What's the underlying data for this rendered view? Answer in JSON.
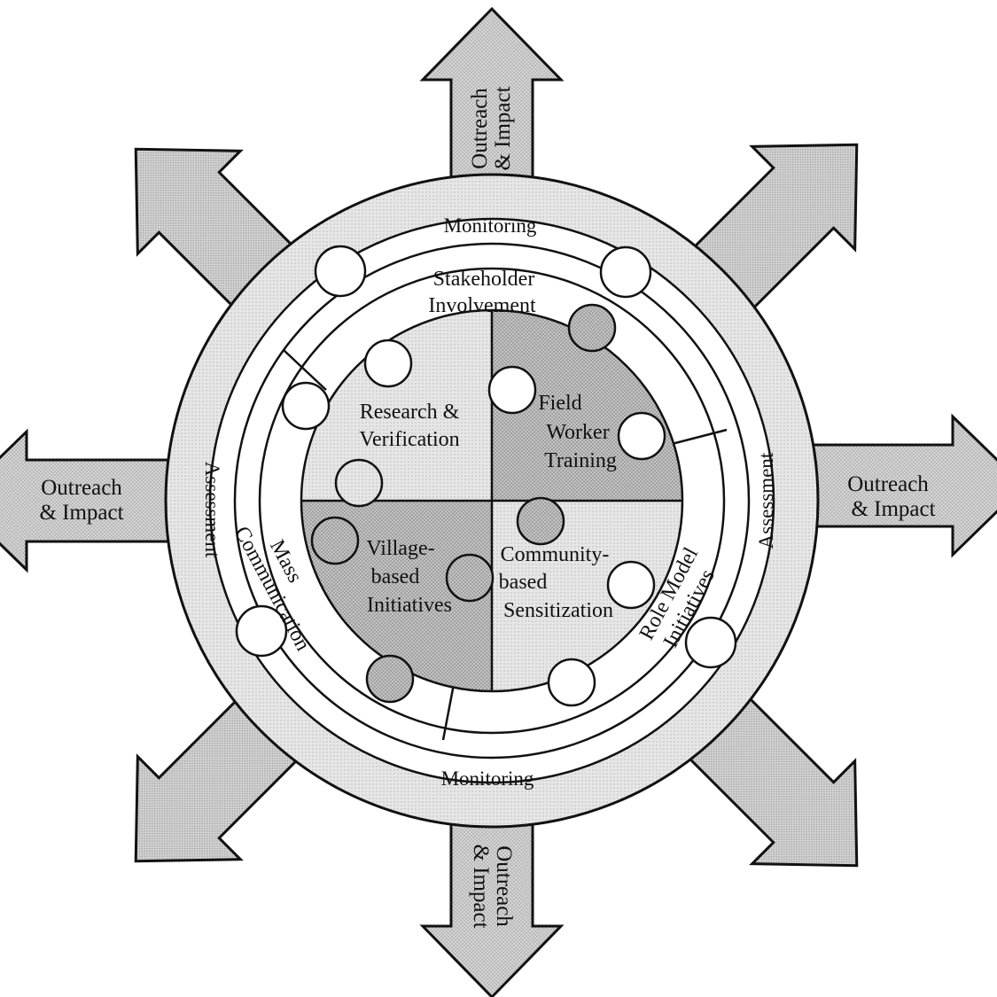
{
  "diagram": {
    "arrows": {
      "top": {
        "line1": "Outreach",
        "line2": "& Impact"
      },
      "bottom": {
        "line1": "Outreach",
        "line2": "& Impact"
      },
      "left": {
        "line1": "Outreach",
        "line2": "& Impact"
      },
      "right": {
        "line1": "Outreach",
        "line2": "& Impact"
      }
    },
    "outer_ring": {
      "top": "Monitoring",
      "bottom": "Monitoring",
      "left": "Assessment",
      "right": "Assessment"
    },
    "middle_ring": {
      "stakeholder": {
        "line1": "Stakeholder",
        "line2": "Involvement"
      },
      "mass_comm": {
        "line1": "Mass",
        "line2": "Communication"
      },
      "role_model": {
        "line1": "Role Model",
        "line2": "Initiatives"
      }
    },
    "center": {
      "research": {
        "line1": "Research &",
        "line2": "Verification"
      },
      "field": {
        "line1": "Field",
        "line2": "Worker",
        "line3": "Training"
      },
      "village": {
        "line1": "Village-",
        "line2": "based",
        "line3": "Initiatives"
      },
      "community": {
        "line1": "Community-",
        "line2": "based",
        "line3": "Sensitization"
      }
    },
    "colors": {
      "arrow_fill": "#c9c9c9",
      "ring_fill": "#f2f2f2",
      "light_piece": "#e2e2e2",
      "dark_piece": "#b8b8b8",
      "outline": "#111111"
    }
  }
}
